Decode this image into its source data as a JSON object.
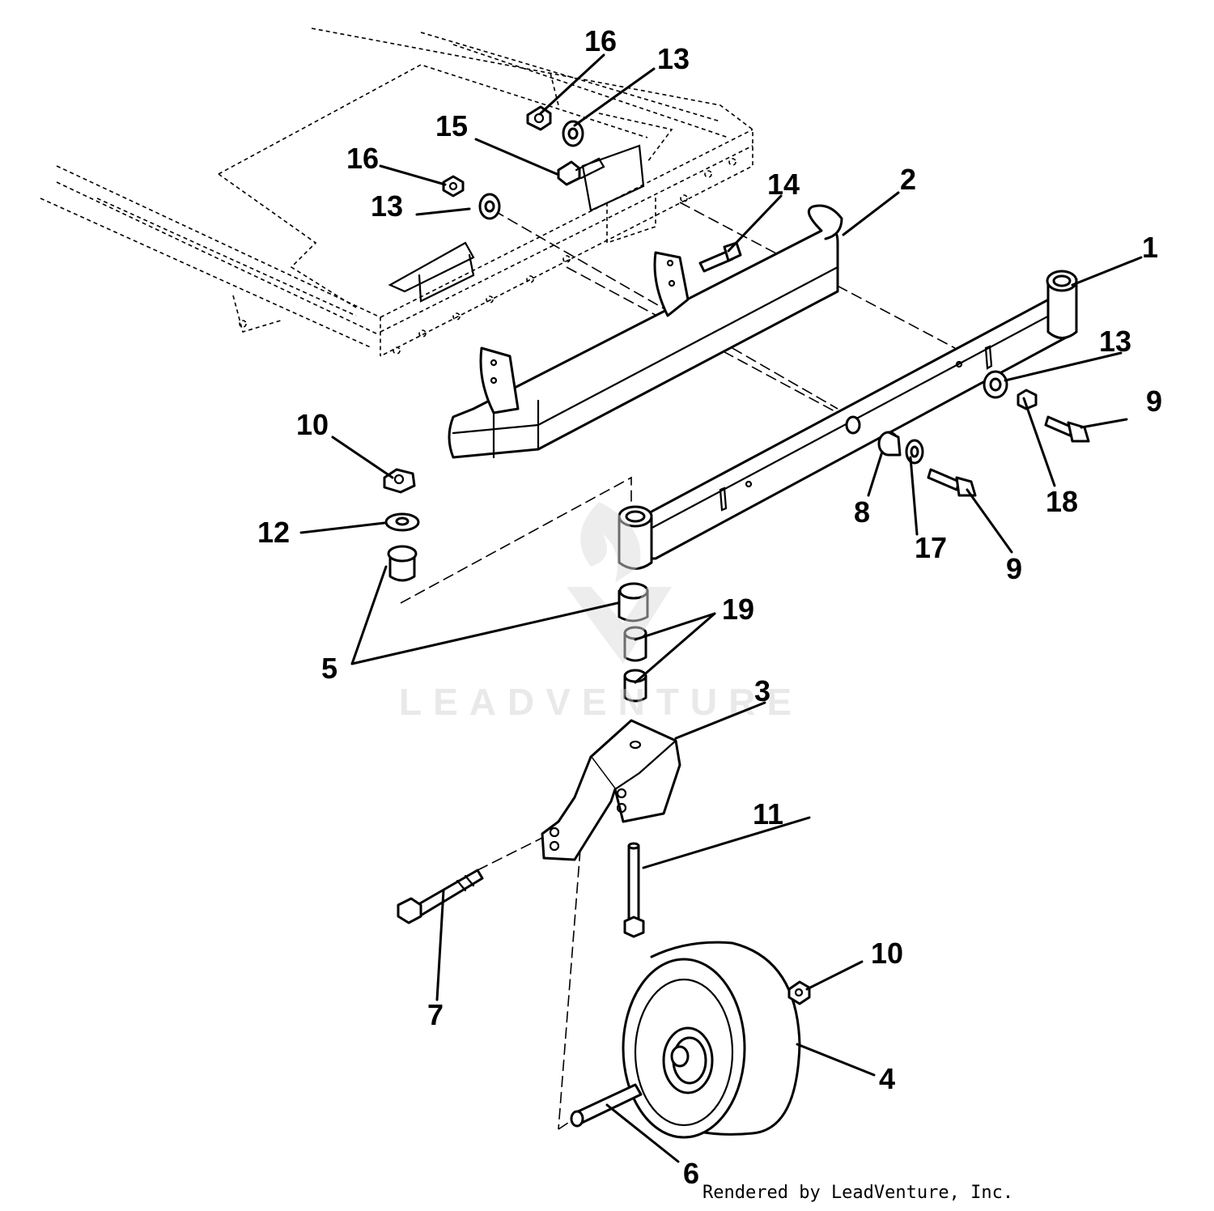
{
  "diagram": {
    "type": "exploded-parts-diagram",
    "callouts": {
      "c1": "1",
      "c2": "2",
      "c3": "3",
      "c4": "4",
      "c5": "5",
      "c6": "6",
      "c7": "7",
      "c8": "8",
      "c9": "9",
      "c10": "10",
      "c11": "11",
      "c12": "12",
      "c13": "13",
      "c14": "14",
      "c15": "15",
      "c16": "16",
      "c17": "17",
      "c18": "18",
      "c19": "19"
    },
    "colors": {
      "ink": "#000000",
      "paper": "#ffffff",
      "watermark": "#cfcfcf"
    }
  },
  "watermark": {
    "text": "LEADVENTURE"
  },
  "footer": {
    "credit": "Rendered by LeadVenture, Inc."
  }
}
